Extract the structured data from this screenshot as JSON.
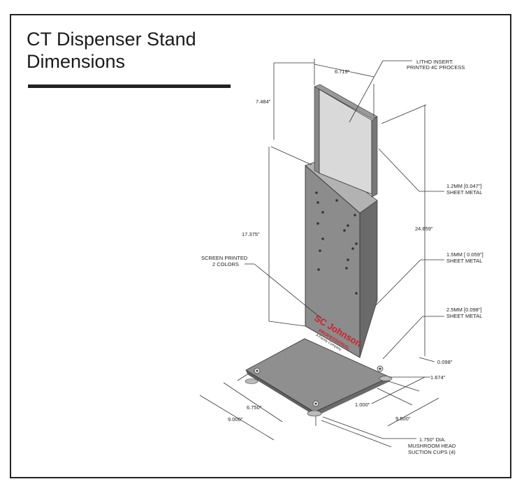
{
  "title": {
    "line1": "CT Dispenser Stand",
    "line2": "Dimensions"
  },
  "labels": {
    "litho_line1": "LITHO INSERT:",
    "litho_line2": "PRINTED 4C PROCESS",
    "sheet12_line1": "1.2MM [0.047\"]",
    "sheet12_line2": "SHEET METAL",
    "sheet15_line1": "1.5MM [ 0.059\"]",
    "sheet15_line2": "SHEET METAL",
    "sheet25_line1": "2.5MM [0.098\"]",
    "sheet25_line2": "SHEET METAL",
    "screen_line1": "SCREEN PRINTED",
    "screen_line2": "2 COLORS",
    "cups_line1": "1.750\" DIA.",
    "cups_line2": "MUSHROOM HEAD",
    "cups_line3": "SUCTION CUPS (4)"
  },
  "dimensions": {
    "insert_width": "6.719\"",
    "insert_height": "7.484\"",
    "upright_height": "17.375\"",
    "total_height": "24.859\"",
    "base_thickness": "0.098\"",
    "dim_1674": "1.674\"",
    "dim_1000": "1.000\"",
    "base_inner": "6.750\"",
    "base_width": "9.000\"",
    "base_depth": "9.500\""
  },
  "logo": {
    "brand": "SC Johnson",
    "sub1": "PROFESSIONAL",
    "sub2": "A Family Company"
  },
  "colors": {
    "metal": "#8c8c8c",
    "metal_dark": "#6f6f6f",
    "metal_light": "#a8a8a8",
    "insert": "#d9d9d9",
    "logo_red": "#d0202a",
    "ink": "#222222"
  }
}
